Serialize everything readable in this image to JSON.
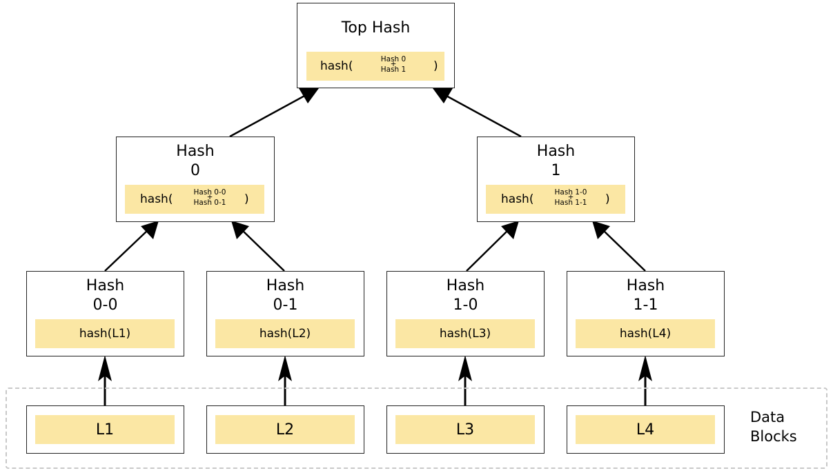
{
  "top": {
    "title": "Top Hash",
    "fn_open": "hash(",
    "fn_close": ")",
    "left_input": "Hash 0",
    "plus": "+",
    "right_input": "Hash 1"
  },
  "level1": [
    {
      "title": "Hash\n0",
      "fn_open": "hash(",
      "fn_close": ")",
      "left_input": "Hash 0-0",
      "plus": "+",
      "right_input": "Hash 0-1"
    },
    {
      "title": "Hash\n1",
      "fn_open": "hash(",
      "fn_close": ")",
      "left_input": "Hash 1-0",
      "plus": "+",
      "right_input": "Hash 1-1"
    }
  ],
  "leaves": [
    {
      "title": "Hash\n0-0",
      "fn": "hash(L1)"
    },
    {
      "title": "Hash\n0-1",
      "fn": "hash(L2)"
    },
    {
      "title": "Hash\n1-0",
      "fn": "hash(L3)"
    },
    {
      "title": "Hash\n1-1",
      "fn": "hash(L4)"
    }
  ],
  "data_blocks": {
    "label": "Data\nBlocks",
    "items": [
      "L1",
      "L2",
      "L3",
      "L4"
    ]
  },
  "colors": {
    "highlight": "#fbe7a4",
    "border": "#222222",
    "region_border": "#c8c8c8"
  }
}
